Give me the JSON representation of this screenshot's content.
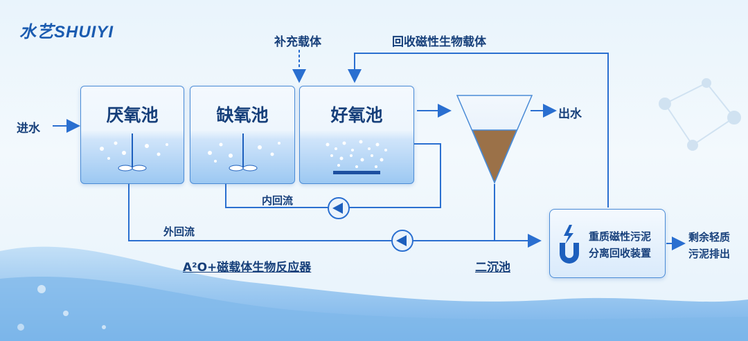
{
  "brand": {
    "logo": "水艺SHUIYI"
  },
  "tanks": [
    {
      "name": "厌氧池"
    },
    {
      "name": "缺氧池"
    },
    {
      "name": "好氧池"
    }
  ],
  "labels": {
    "inlet": "进水",
    "add_carrier": "补充载体",
    "recover_carrier": "回收磁性生物载体",
    "outlet": "出水",
    "inner_reflux": "内回流",
    "outer_reflux": "外回流",
    "process_name": "A²O+磁载体生物反应器",
    "clarifier": "二沉池",
    "separator_line1": "重质磁性污泥",
    "separator_line2": "分离回收装置",
    "excess_line1": "剩余轻质",
    "excess_line2": "污泥排出"
  },
  "icons": {
    "pump": "pump-icon",
    "magnet": "magnet-icon"
  },
  "colors": {
    "flow_line": "#2a6fd0",
    "tank_border": "#4a8bd6",
    "text": "#163f7a",
    "sludge": "#9b7148"
  }
}
